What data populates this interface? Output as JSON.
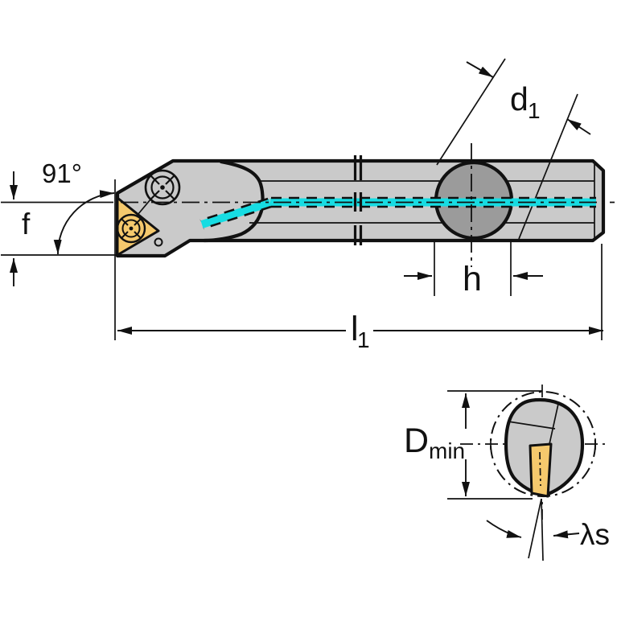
{
  "labels": {
    "entering_angle": "91°",
    "tip_offset": "f",
    "shank_diameter_base": "d",
    "shank_diameter_sub": "1",
    "clamping_length": "h",
    "overall_length_base": "l",
    "overall_length_sub": "1",
    "min_bore_base": "D",
    "min_bore_sub": "min",
    "inclination_angle": "λs"
  },
  "colors": {
    "body_gray": "#cacaca",
    "clamp_gray": "#9b9b9b",
    "insert_gold": "#f5c96d",
    "coolant_cyan": "#17dce2",
    "line_black": "#111111",
    "background": "#ffffff"
  }
}
